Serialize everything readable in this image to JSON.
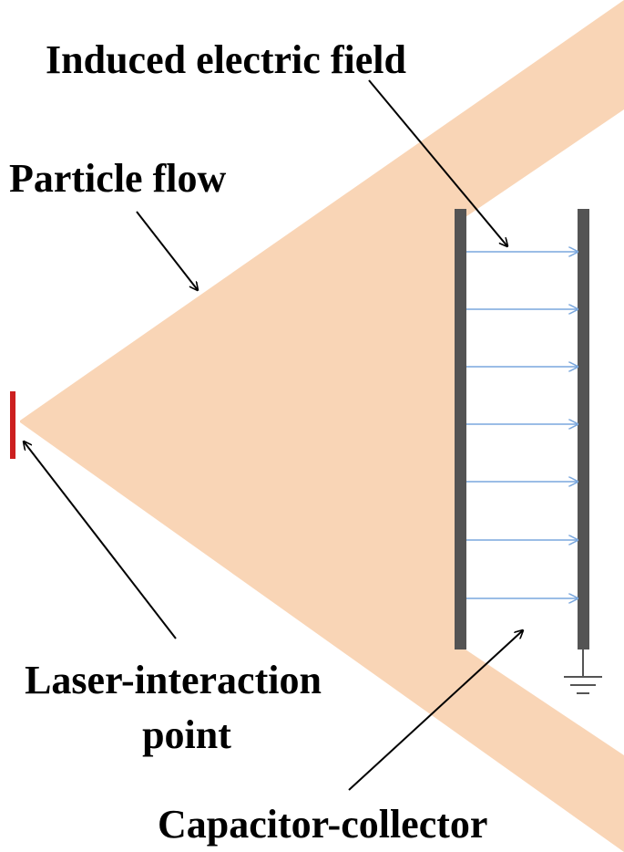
{
  "labels": {
    "induced_field": "Induced electric field",
    "particle_flow": "Particle flow",
    "laser_line1": "Laser-interaction",
    "laser_line2": "point",
    "capacitor": "Capacitor-collector"
  },
  "colors": {
    "particle_flow": "#f9d5b6",
    "plate": "#545454",
    "laser_point": "#cc1f1f",
    "field_arrow": "#7aa7dd",
    "text": "#000000",
    "ground": "#555555"
  }
}
